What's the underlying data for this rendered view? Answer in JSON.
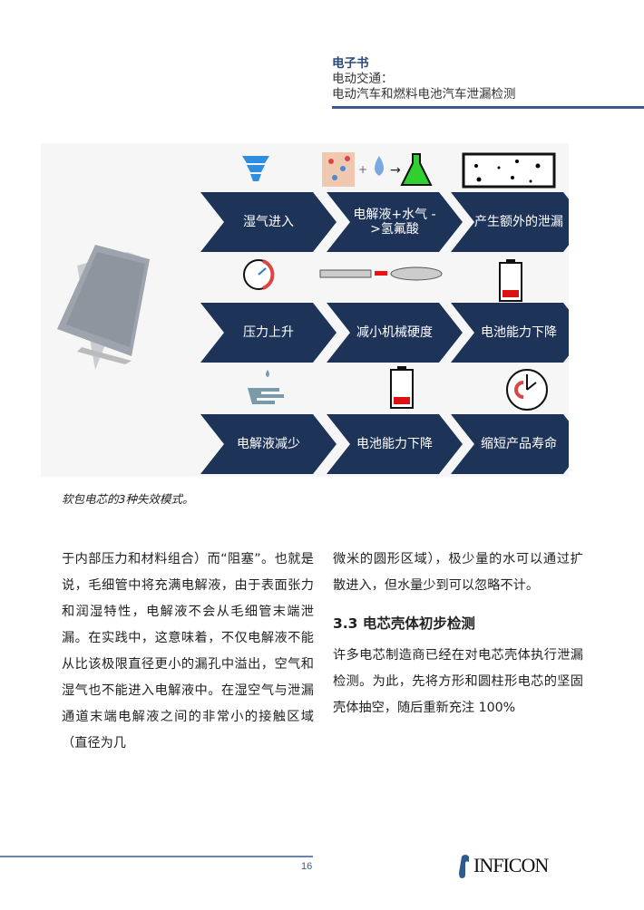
{
  "header": {
    "label": "电子书",
    "title_line1": "电动交通：",
    "title_line2": "电动汽车和燃料电池汽车泄漏检测"
  },
  "figure": {
    "rows": [
      [
        "湿气进入",
        "电解液+水气 ->氢氟酸",
        "产生额外的泄漏"
      ],
      [
        "压力上升",
        "减小机械硬度",
        "电池能力下降"
      ],
      [
        "电解液减少",
        "电池能力下降",
        "缩短产品寿命"
      ]
    ],
    "caption": "软包电芯的3种失效模式。"
  },
  "body": {
    "left": "于内部压力和材料组合）而“阻塞”。也就是说，毛细管中将充满电解液，由于表面张力和润湿特性，电解液不会从毛细管末端泄漏。在实践中，这意味着，不仅电解液不能从比该极限直径更小的漏孔中溢出，空气和湿气也不能进入电解液中。在湿空气与泄漏通道末端电解液之间的非常小的接触区域（直径为几",
    "right_p1": "微米的圆形区域），极少量的水可以通过扩散进入，但水量少到可以忽略不计。",
    "heading": "3.3 电芯壳体初步检测",
    "right_p2": "许多电芯制造商已经在对电芯壳体执行泄漏检测。为此，先将方形和圆柱形电芯的坚固壳体抽空，随后重新充注 100%"
  },
  "footer": {
    "page": "16",
    "logo": "INFICON"
  },
  "colors": {
    "chevron": "#1e3358",
    "accent": "#3a5a8c"
  }
}
